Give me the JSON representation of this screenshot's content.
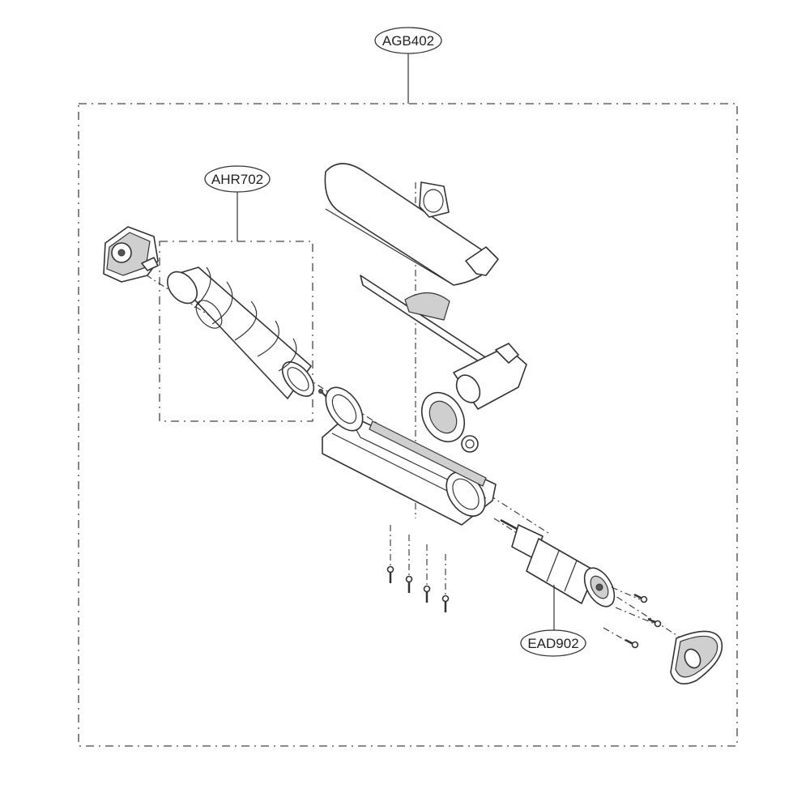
{
  "callouts": {
    "assembly": "AGB402",
    "brush_roll": "AHR702",
    "motor": "EAD902"
  }
}
